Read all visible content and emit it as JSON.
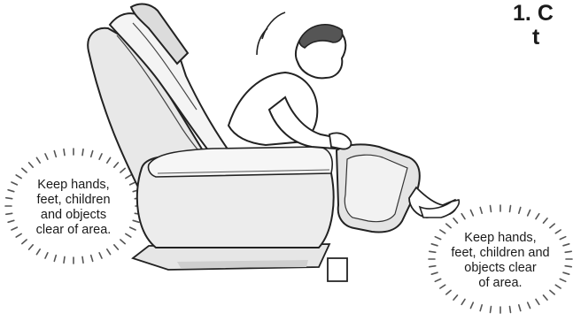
{
  "step": {
    "number": "1.",
    "line1": "C",
    "line2": "t"
  },
  "warnings": {
    "left": {
      "lines": [
        "Keep hands,",
        "feet, children",
        "and objects",
        "clear of area."
      ]
    },
    "right": {
      "lines": [
        "Keep hands,",
        "feet, children and",
        "objects clear",
        "of area."
      ]
    }
  }
}
